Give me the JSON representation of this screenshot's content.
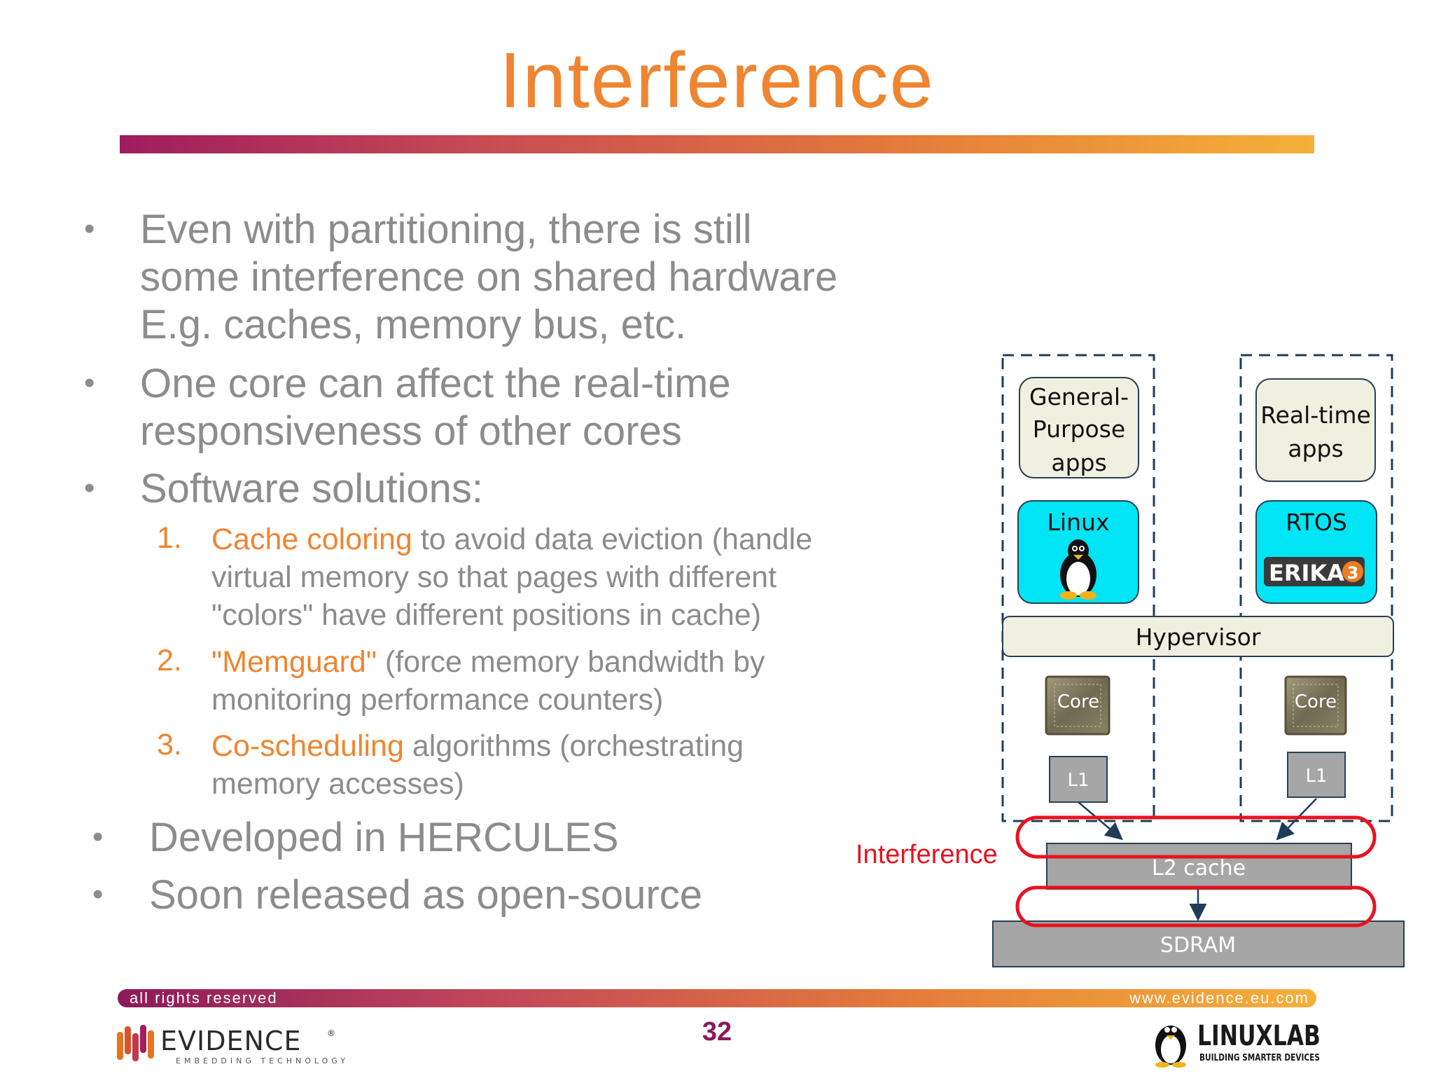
{
  "slide": {
    "title": "Interference",
    "bullets": [
      {
        "lines": [
          "Even with partitioning, there is still",
          "some interference on shared hardware",
          "E.g. caches, memory bus, etc."
        ]
      },
      {
        "lines": [
          "One core can affect the real-time",
          "responsiveness of other cores"
        ]
      },
      {
        "lines": [
          "Software solutions:"
        ]
      }
    ],
    "solutions": [
      {
        "num": "1.",
        "highlight": "Cache coloring",
        "lines": [
          " to avoid data eviction (handle",
          "virtual memory so that pages with different",
          "\"colors\" have different positions in cache)"
        ]
      },
      {
        "num": "2.",
        "highlight": "\"Memguard\"",
        "lines": [
          " (force memory bandwidth by",
          "monitoring performance counters)"
        ]
      },
      {
        "num": "3.",
        "highlight": "Co-scheduling",
        "lines": [
          " algorithms (orchestrating",
          "memory accesses)"
        ]
      }
    ],
    "bullets_after": [
      "Developed in HERCULES",
      "Soon released as open-source"
    ]
  },
  "diagram": {
    "gp_apps": [
      "General-",
      "Purpose",
      "apps"
    ],
    "rt_apps": [
      "Real-time",
      "apps"
    ],
    "linux": "Linux",
    "rtos": "RTOS",
    "erika": "ERIKA",
    "erika_version": "3",
    "hypervisor": "Hypervisor",
    "core": "Core",
    "l1": "L1",
    "l2": "L2 cache",
    "sdram": "SDRAM",
    "interference_label": "Interference",
    "colors": {
      "os_box": "#00e5f5",
      "app_box": "#f0f0e0",
      "cache_box": "#a6a6a6",
      "interference": "#e8131f",
      "dash": "#1f3c5a"
    }
  },
  "footer": {
    "left_text": "all rights reserved",
    "right_text": "www.evidence.eu.com",
    "page_number": "32",
    "evidence_logo": "EVIDENCE",
    "evidence_registered": "®",
    "evidence_tagline": "EMBEDDING TECHNOLOGY",
    "linuxlab_logo": "LINUXLAB",
    "linuxlab_tagline": "BUILDING SMARTER DEVICES"
  }
}
